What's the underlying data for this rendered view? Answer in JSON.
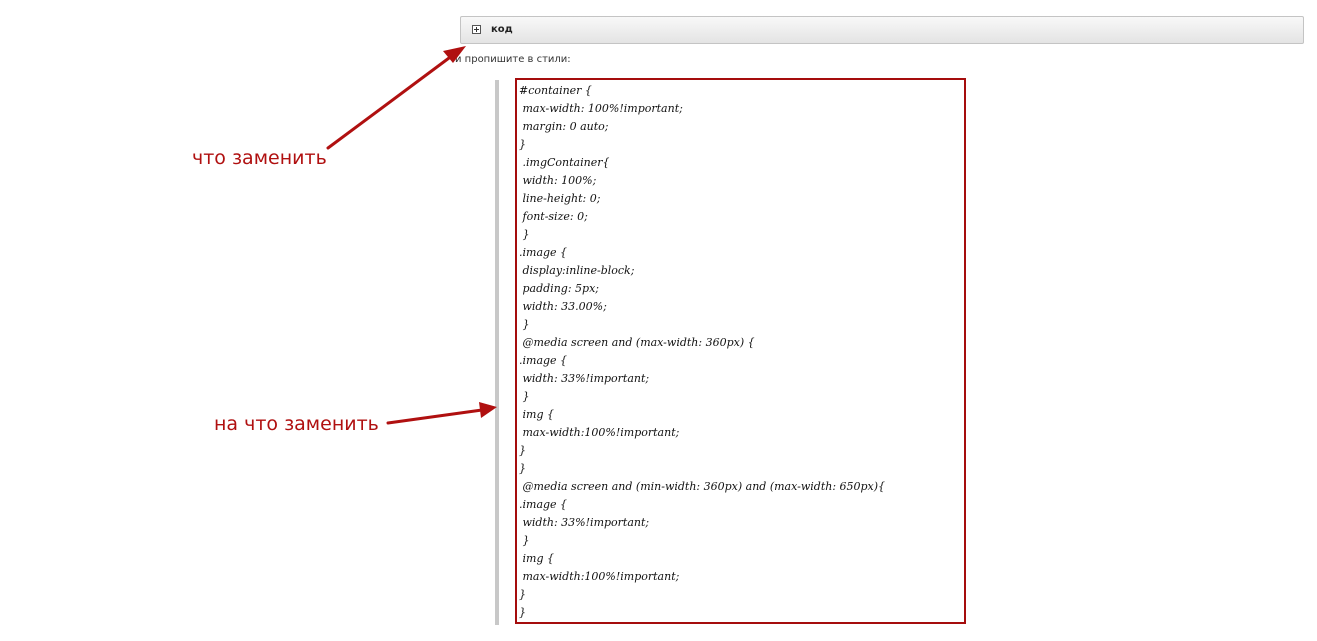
{
  "spoiler": {
    "label": "код",
    "icon": "plus-icon"
  },
  "intro_text": "и пропишите в стили:",
  "code_lines": [
    "#container {",
    " max-width: 100%!important;",
    " margin: 0 auto;",
    "}",
    " .imgContainer{",
    " width: 100%;",
    " line-height: 0;",
    " font-size: 0;",
    " }",
    ".image {",
    " display:inline-block;",
    " padding: 5px;",
    " width: 33.00%;",
    " }",
    " @media screen and (max-width: 360px) {",
    ".image {",
    " width: 33%!important;",
    " }",
    " img {",
    " max-width:100%!important;",
    "}",
    "}",
    " @media screen and (min-width: 360px) and (max-width: 650px){",
    ".image {",
    " width: 33%!important;",
    " }",
    " img {",
    " max-width:100%!important;",
    "}",
    "}"
  ],
  "annotations": {
    "what_to_replace": "что заменить",
    "replace_with": "на что заменить"
  },
  "colors": {
    "annotation": "#b01010",
    "code_border": "#a50d0d",
    "quote_bar": "#c8c8c8"
  }
}
